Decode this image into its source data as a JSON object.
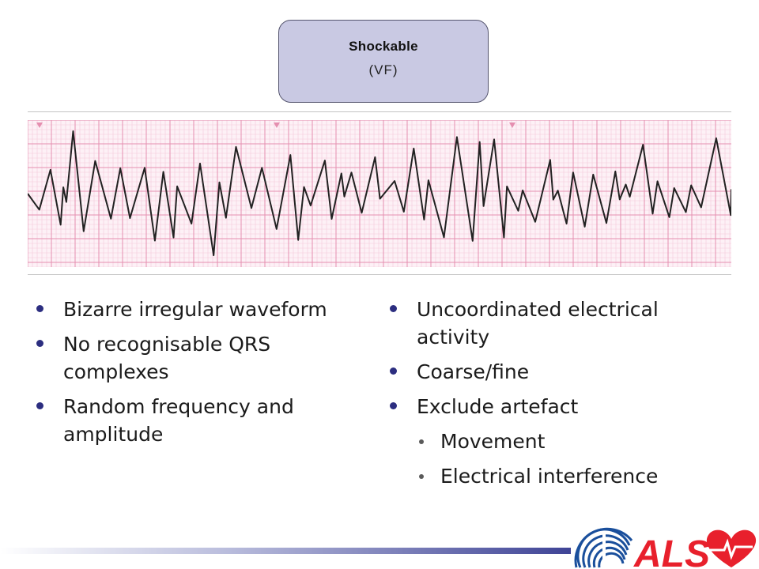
{
  "header": {
    "title": "Shockable",
    "subtitle": "(VF)"
  },
  "left_bullets": [
    "Bizarre irregular waveform",
    "No recognisable QRS complexes",
    "Random frequency and amplitude"
  ],
  "right_bullets": [
    "Uncoordinated electrical activity",
    "Coarse/fine",
    "Exclude artefact"
  ],
  "right_sub_bullets": [
    "Movement",
    "Electrical interference"
  ],
  "logo": {
    "text": "ALS"
  },
  "colors": {
    "title_box_fill": "#c9c9e3",
    "bullet": "#2c2e80",
    "ecg_grid_major": "#e58fb0",
    "ecg_grid_minor": "#f6c9da",
    "ecg_trace": "#222222",
    "logo_red": "#e8202c",
    "logo_blue": "#1a4f9c"
  }
}
